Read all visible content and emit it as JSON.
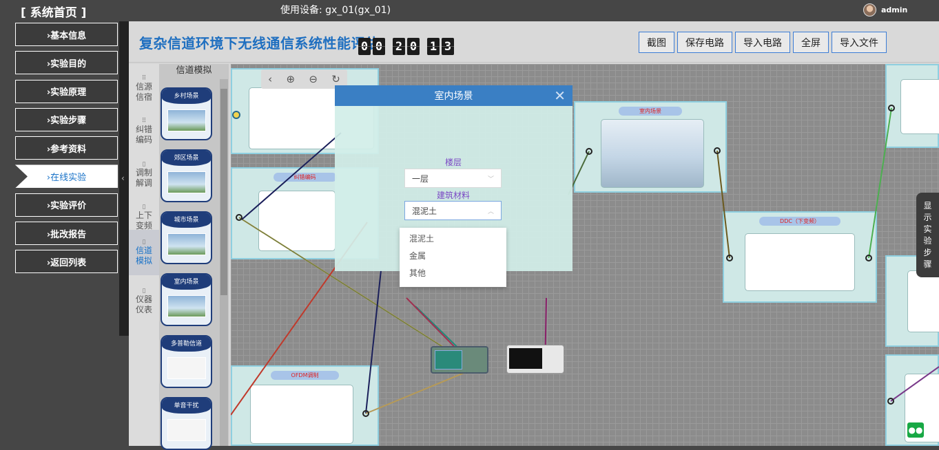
{
  "header": {
    "system_title": "[ 系统首页 ]",
    "device_label": "使用设备: gx_01(gx_01)",
    "username": "admin"
  },
  "nav": {
    "items": [
      {
        "label": "›基本信息"
      },
      {
        "label": "›实验目的"
      },
      {
        "label": "›实验原理"
      },
      {
        "label": "›实验步骤"
      },
      {
        "label": "›参考资料"
      },
      {
        "label": "›在线实验"
      },
      {
        "label": "›实验评价"
      },
      {
        "label": "›批改报告"
      },
      {
        "label": "›返回列表"
      }
    ],
    "active_index": 5
  },
  "experiment": {
    "title": "复杂信道环境下无线通信系统性能评估",
    "timer_digits": [
      "0",
      "0",
      "2",
      "0",
      "1",
      "3"
    ]
  },
  "toolbar": {
    "buttons": [
      "截图",
      "保存电路",
      "导入电路",
      "全屏",
      "导入文件"
    ]
  },
  "side_tabs": [
    {
      "label1": "信源",
      "label2": "信宿"
    },
    {
      "label1": "纠错",
      "label2": "编码"
    },
    {
      "label1": "调制",
      "label2": "解调"
    },
    {
      "label1": "上下",
      "label2": "变频"
    },
    {
      "label1": "信道",
      "label2": "模拟"
    },
    {
      "label1": "仪器",
      "label2": "仪表"
    }
  ],
  "palette": {
    "title": "信道模拟",
    "cards": [
      "乡村场景",
      "郊区场景",
      "城市场景",
      "室内场景",
      "多普勒信道",
      "单音干扰"
    ]
  },
  "canvas": {
    "blocks": [
      {
        "title": "纠错编码"
      },
      {
        "title": "室内场景"
      },
      {
        "title": "DDC（下变频）"
      },
      {
        "title": "OFDM调制"
      }
    ]
  },
  "dialog": {
    "title": "室内场景",
    "close_icon": "close-icon",
    "floor_label": "楼层",
    "floor_value": "一层",
    "material_label": "建筑材料",
    "material_value": "混泥土",
    "material_options": [
      "混泥土",
      "金属",
      "其他"
    ]
  },
  "steps_tab": {
    "chars": [
      "显",
      "示",
      "实",
      "验",
      "步",
      "骤"
    ]
  },
  "colors": {
    "accent": "#1f6fc0",
    "dialog_header": "#3a7fc4",
    "block_bg": "#cfe8e6",
    "block_border": "#8ecfe0"
  }
}
